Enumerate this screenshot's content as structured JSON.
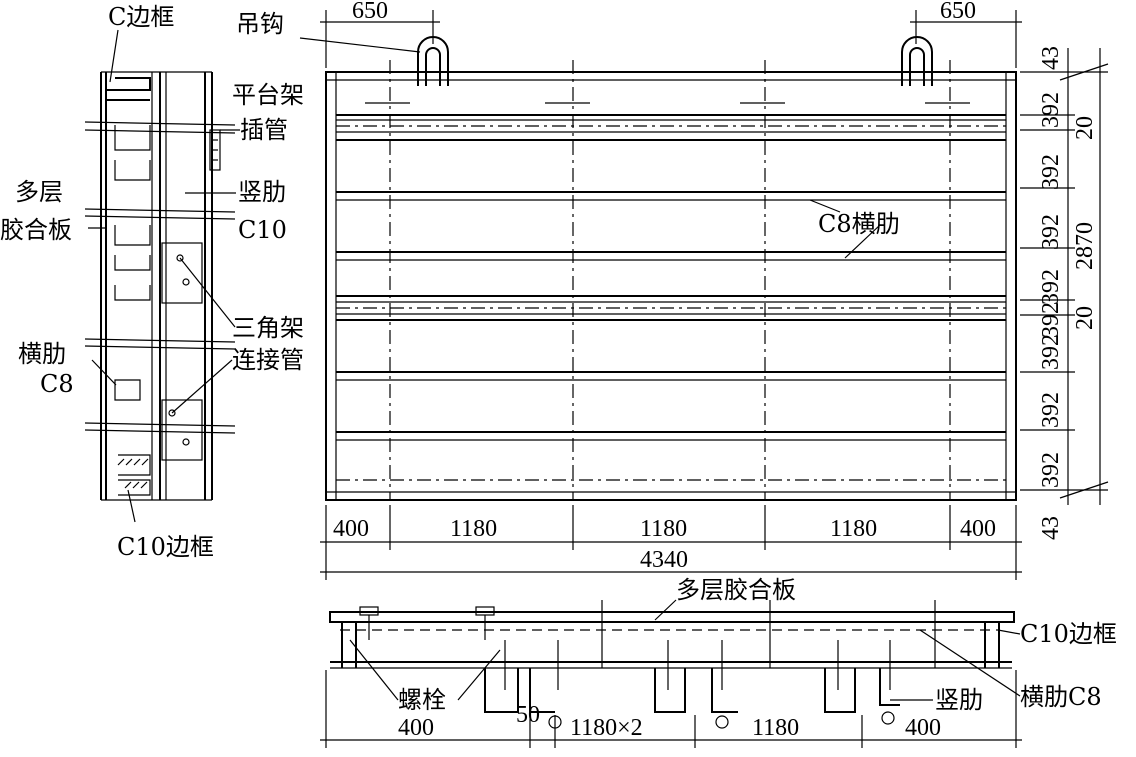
{
  "colors": {
    "ink": "#000000",
    "paper": "#ffffff"
  },
  "side_view": {
    "label_edge_frame": "C边框",
    "label_plywood_line1": "多层",
    "label_plywood_line2": "胶合板",
    "label_transverse_rib": "横肋",
    "label_transverse_rib_size": "C8",
    "label_bottom_frame": "C10边框"
  },
  "callouts": {
    "hook": "吊钩",
    "platform_frame": "平台架",
    "socket_pipe": "插管",
    "vertical_rib": "竖肋",
    "vertical_rib_size": "C10",
    "triangle_frame": "三角架",
    "connecting_pipe": "连接管"
  },
  "elevation": {
    "rib_label": "C8横肋",
    "dims_top": [
      "650",
      "650"
    ],
    "dims_bottom": [
      "400",
      "1180",
      "1180",
      "1180",
      "400"
    ],
    "dim_total_width": "4340",
    "dims_right": [
      "43",
      "392",
      "20",
      "392",
      "392",
      "392",
      "392",
      "20",
      "392",
      "392",
      "392",
      "43"
    ],
    "dim_total_height": "2870"
  },
  "section": {
    "label_plywood": "多层胶合板",
    "label_edge_frame": "C10边框",
    "label_bolt": "螺栓",
    "label_vertical_rib": "竖肋",
    "label_transverse_rib": "横肋C8",
    "dims": [
      "400",
      "50",
      "1180×2",
      "1180",
      "400"
    ]
  }
}
